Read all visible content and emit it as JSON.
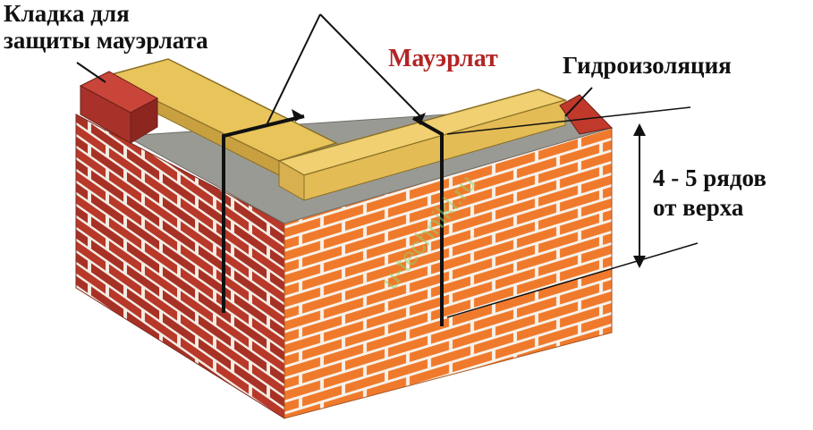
{
  "labels": {
    "masonry_protection_line1": "Кладка для",
    "masonry_protection_line2": "защиты мауэрлата",
    "mauerlat": "Мауэрлат",
    "waterproofing": "Гидроизоляция",
    "rows_line1": "4 - 5 рядов",
    "rows_line2": "от верха"
  },
  "watermark": "u-technikl.ru",
  "colors": {
    "brick_front": "#f07a2c",
    "brick_side": "#b8382a",
    "mortar": "#f7f2ea",
    "timber": "#e8c45a",
    "waterproofing": "#9a9a94",
    "label_accent": "#b32525"
  }
}
